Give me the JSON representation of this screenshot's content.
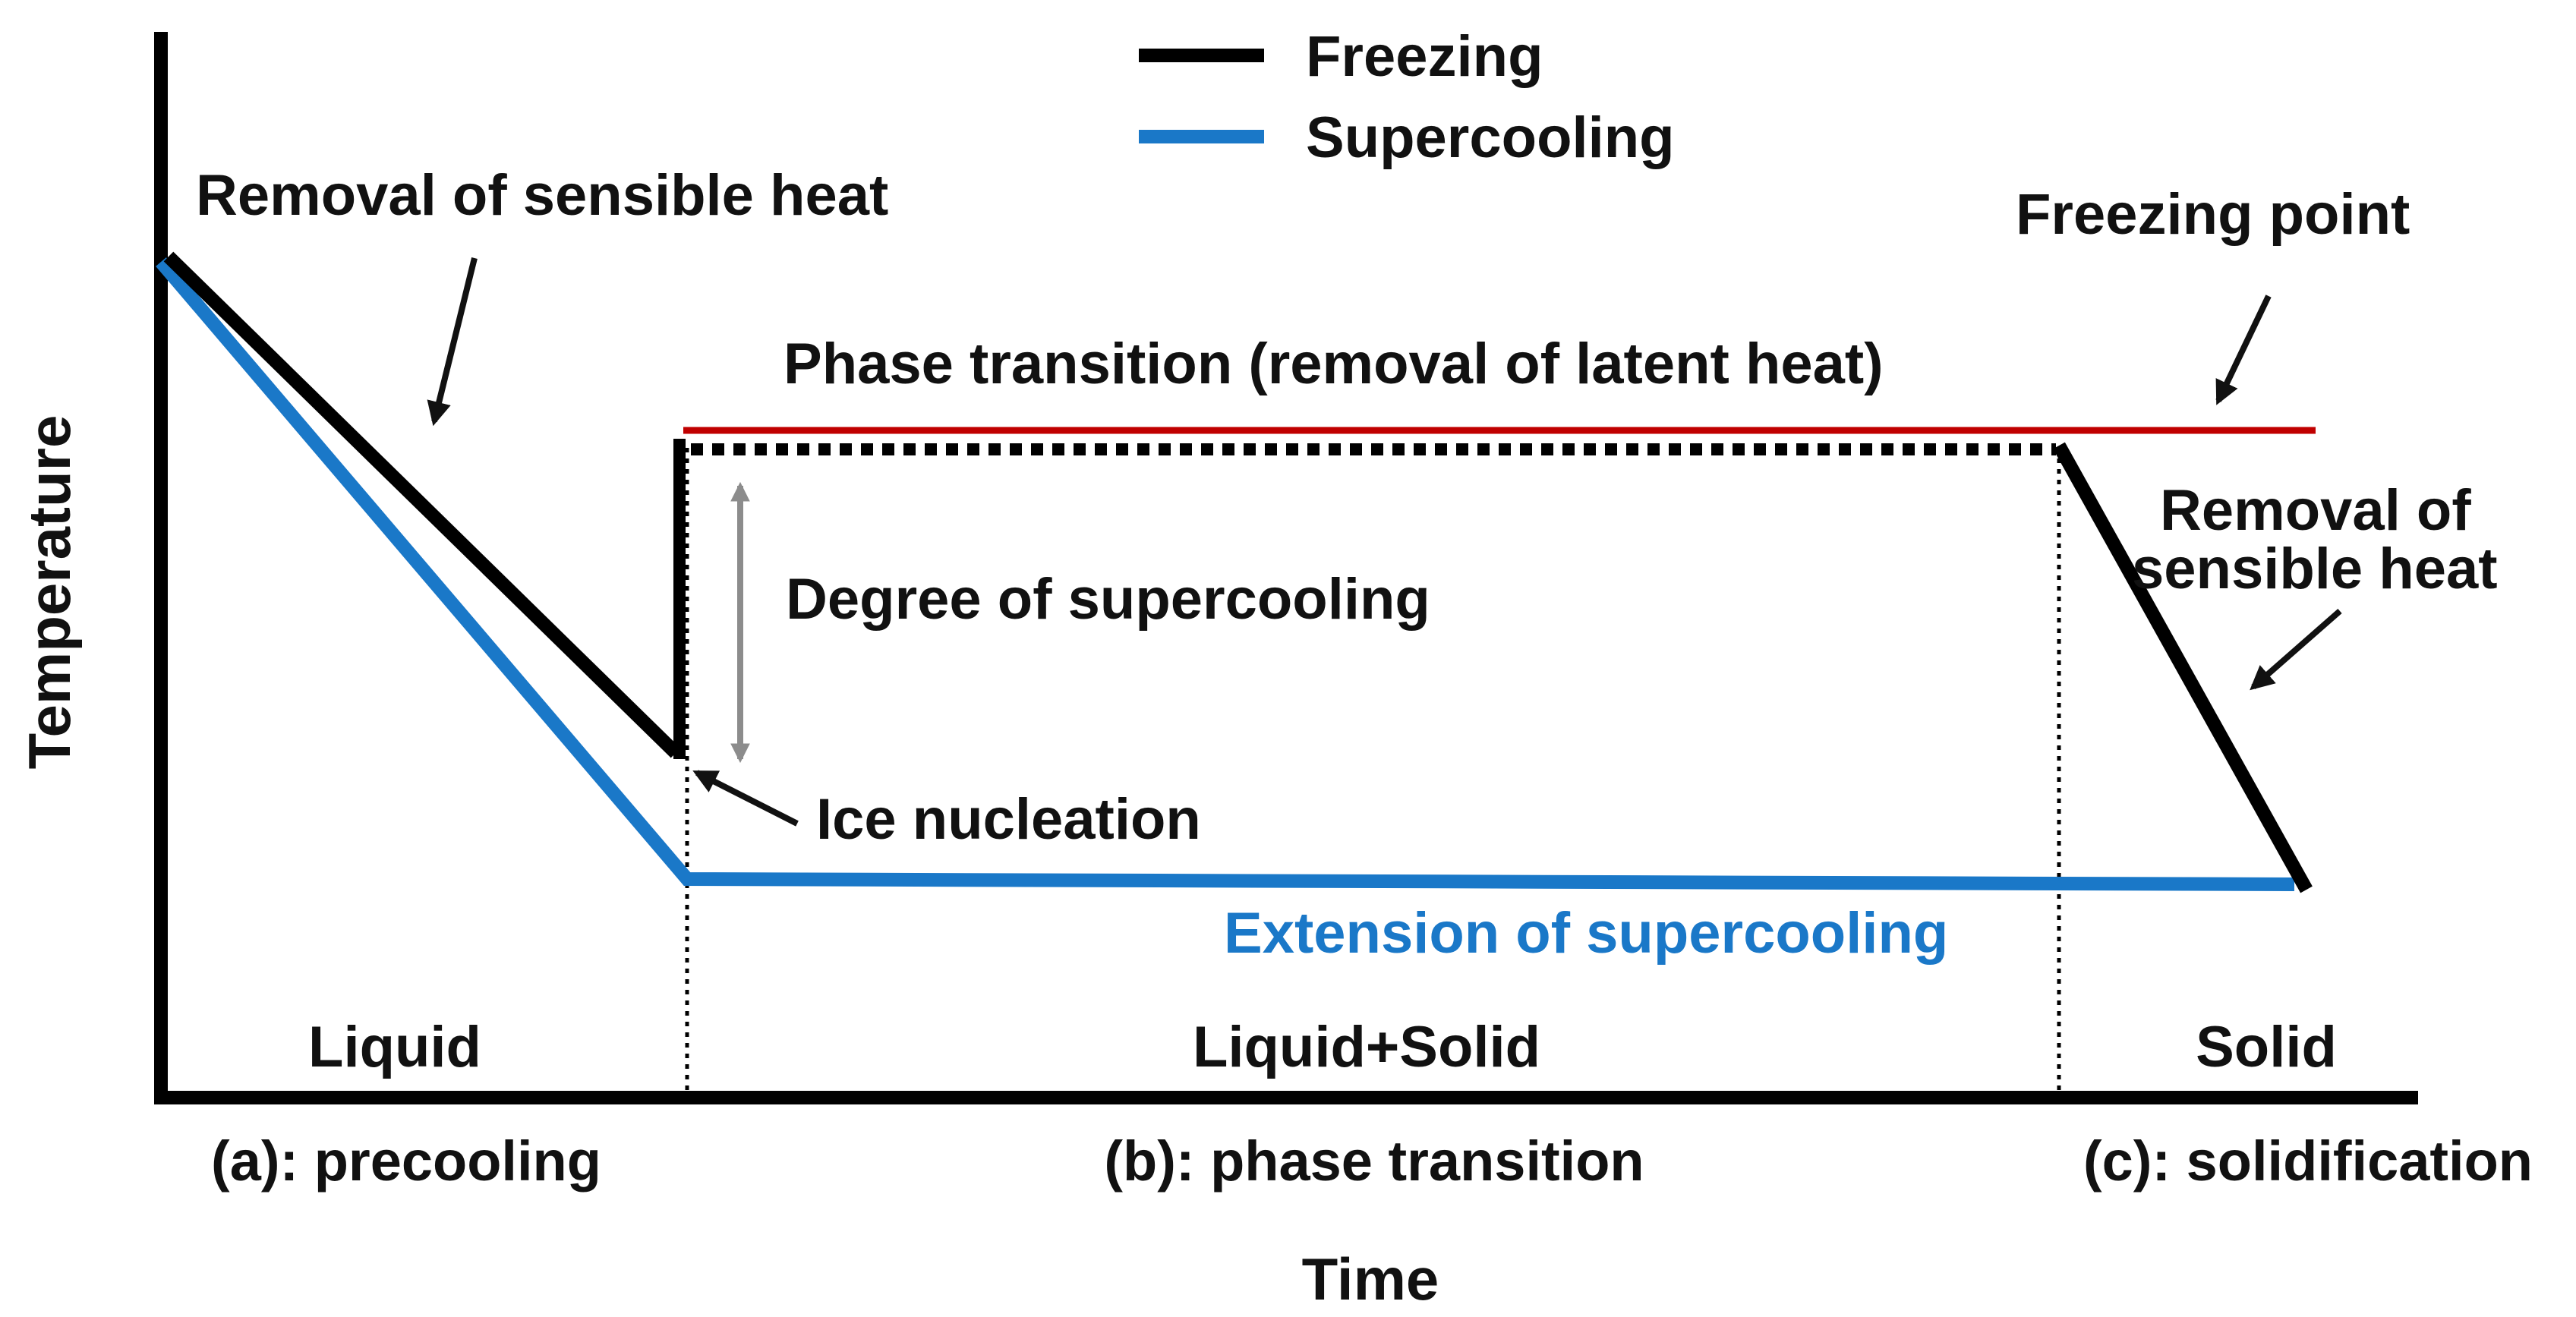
{
  "axes": {
    "x_label": "Time",
    "y_label": "Temperature"
  },
  "legend": [
    {
      "label": "Freezing",
      "color": "#000000"
    },
    {
      "label": "Supercooling",
      "color": "#1a78c8"
    }
  ],
  "annotations": {
    "removal_sensible_heat_top": "Removal of sensible heat",
    "freezing_point": "Freezing point",
    "phase_transition": "Phase transition (removal of latent heat)",
    "degree_of_supercooling": "Degree of supercooling",
    "ice_nucleation": "Ice nucleation",
    "extension_of_supercooling": "Extension of supercooling",
    "removal_sensible_heat_right_line1": "Removal of",
    "removal_sensible_heat_right_line2": "sensible heat"
  },
  "regions": {
    "liquid": "Liquid",
    "liquid_solid": "Liquid+Solid",
    "solid": "Solid"
  },
  "stages": {
    "a": "(a): precooling",
    "b": "(b): phase transition",
    "c": "(c): solidification"
  },
  "colors": {
    "freezing_line": "#000000",
    "supercooling_line": "#1a78c8",
    "freezing_point_line": "#c00000",
    "degree_arrow": "#8c8c8c",
    "text": "#111111"
  }
}
